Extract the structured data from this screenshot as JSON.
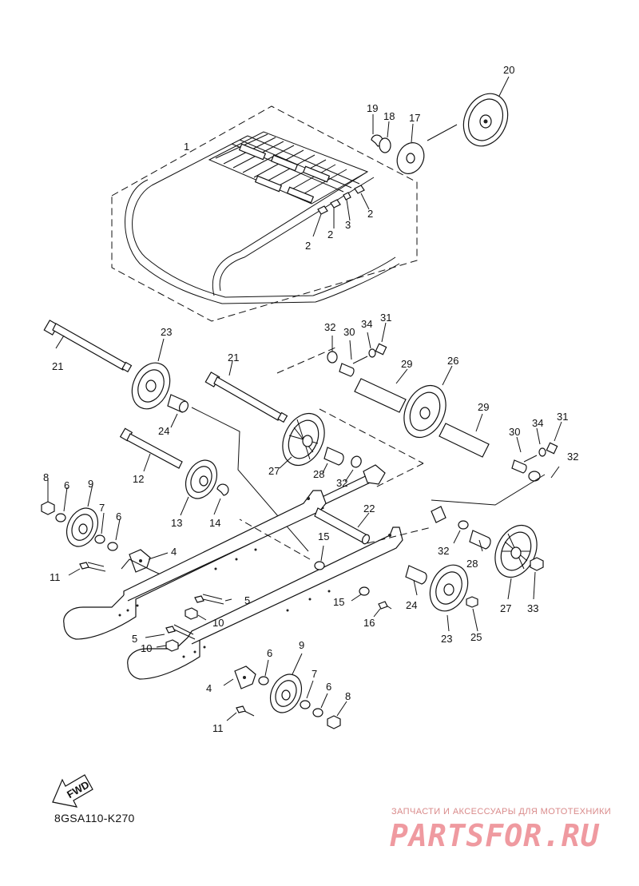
{
  "diagram_code": "8GSA110-K270",
  "fwd_label": "FWD",
  "watermark": {
    "tagline": "ЗАПЧАСТИ И АКСЕССУАРЫ ДЛЯ МОТОТЕХНИКИ",
    "logo": "PARTSFOR.RU"
  },
  "callouts": [
    "1",
    "2",
    "2",
    "2",
    "3",
    "17",
    "18",
    "19",
    "20",
    "21",
    "23",
    "24",
    "12",
    "13",
    "14",
    "8",
    "6",
    "9",
    "7",
    "6",
    "4",
    "11",
    "21",
    "27",
    "28",
    "32",
    "22",
    "15",
    "32",
    "30",
    "34",
    "31",
    "26",
    "29",
    "29",
    "30",
    "34",
    "31",
    "32",
    "32",
    "28",
    "27",
    "33",
    "24",
    "23",
    "25",
    "15",
    "16",
    "5",
    "10",
    "5",
    "10",
    "9",
    "6",
    "7",
    "6",
    "8",
    "4",
    "11"
  ]
}
